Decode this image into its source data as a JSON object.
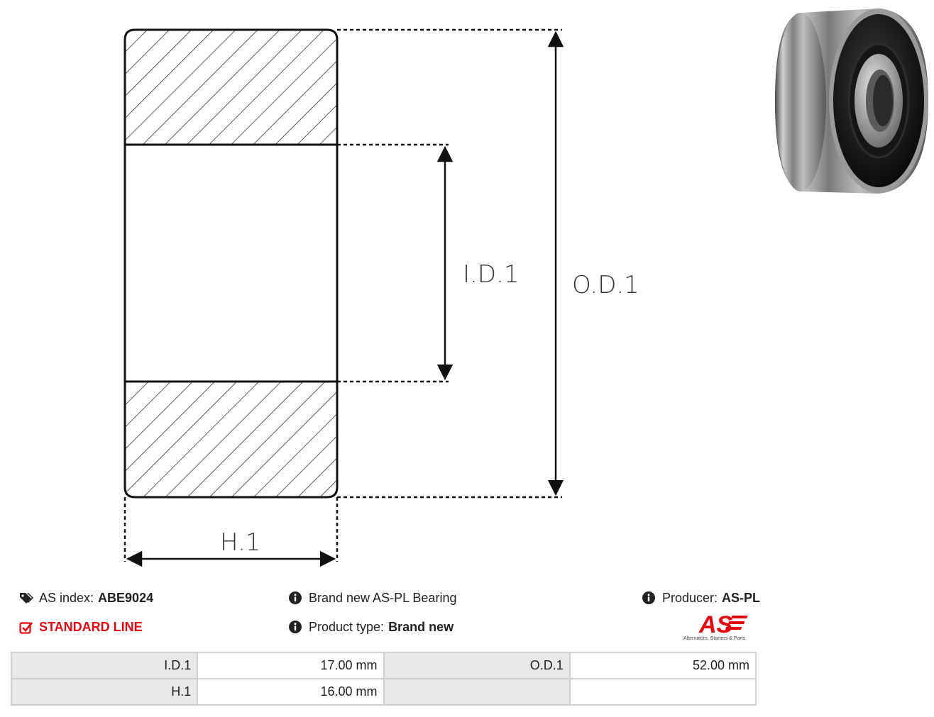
{
  "diagram": {
    "labels": {
      "inner_diameter": "I.D.1",
      "outer_diameter": "O.D.1",
      "height": "H.1"
    }
  },
  "photo": {
    "subject": "ball bearing with black rubber seal"
  },
  "info": {
    "as_index_label": "AS index:",
    "as_index_value": "ABE9024",
    "standard_line": "STANDARD LINE",
    "description": "Brand new AS-PL Bearing",
    "product_type_label": "Product type:",
    "product_type_value": "Brand new",
    "producer_label": "Producer:",
    "producer_value": "AS-PL"
  },
  "logo": {
    "mark": "AS",
    "tagline": "Alternators, Starters & Parts",
    "color": "#e30613"
  },
  "specs": [
    {
      "label": "I.D.1",
      "value": "17.00 mm",
      "label2": "O.D.1",
      "value2": "52.00 mm"
    },
    {
      "label": "H.1",
      "value": "16.00 mm",
      "label2": "",
      "value2": ""
    }
  ],
  "icons": {
    "tags": "tags-icon",
    "check": "check-square-icon",
    "info": "info-circle-icon"
  }
}
